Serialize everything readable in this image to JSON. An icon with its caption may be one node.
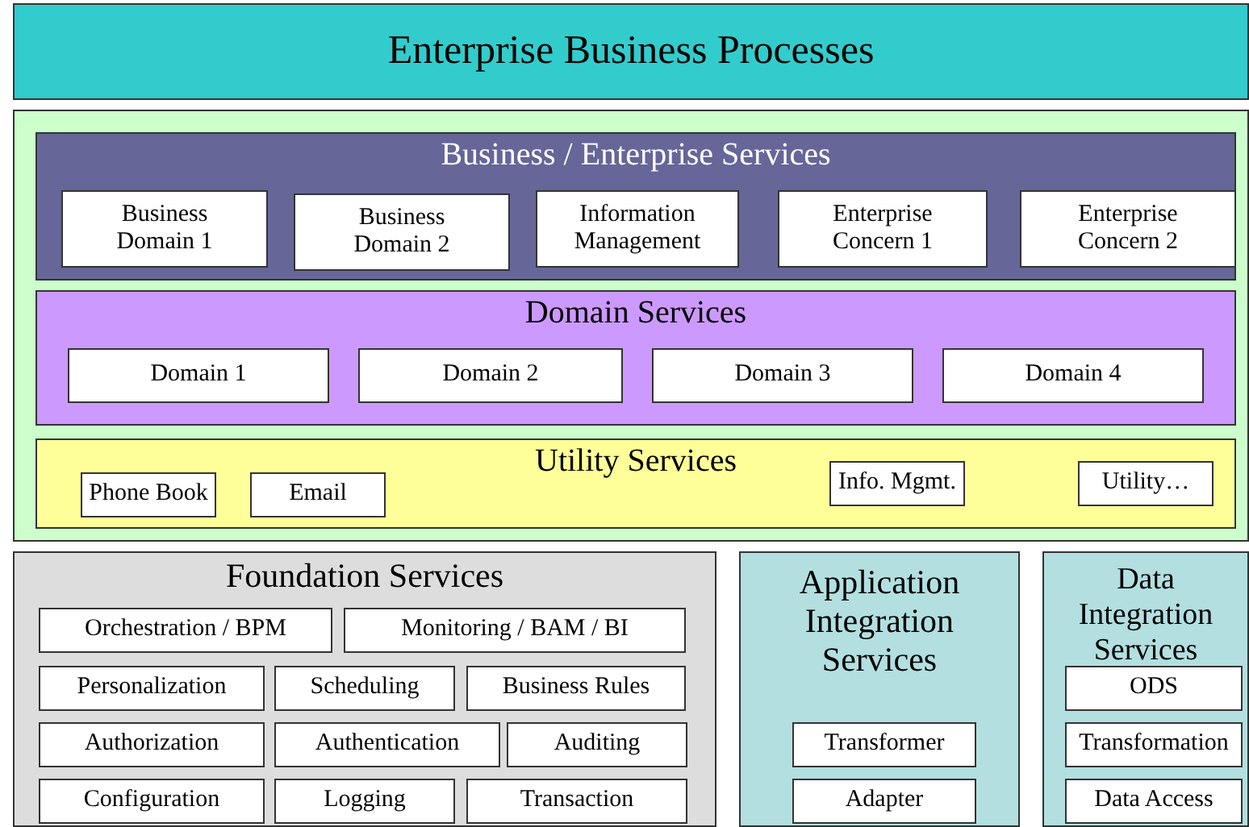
{
  "diagram": {
    "nodes": [
      {
        "text": [
          "Enterprise Business Processes"
        ]
      },
      {
        "text": [],
        "shape": "box"
      },
      {
        "text": [
          "Business / Enterprise Services"
        ],
        "in": 1
      },
      {
        "text": [
          "Business Domain 1"
        ],
        "in": 2
      },
      {
        "text": [
          "Business Domain 2"
        ],
        "in": 2
      },
      {
        "text": [
          "Information Management"
        ],
        "in": 2
      },
      {
        "text": [
          "Enterprise Concern 1"
        ],
        "in": 2
      },
      {
        "text": [
          "Enterprise Concern 2"
        ],
        "in": 2
      },
      {
        "text": [
          "Domain Services"
        ],
        "in": 1
      },
      {
        "text": [
          "Domain 1"
        ],
        "in": 8
      },
      {
        "text": [
          "Domain 2"
        ],
        "in": 8
      },
      {
        "text": [
          "Domain 3"
        ],
        "in": 8
      },
      {
        "text": [
          "Domain 4"
        ],
        "in": 8
      },
      {
        "text": [
          "Utility Services"
        ],
        "in": 1
      },
      {
        "text": [
          "Phone Book"
        ],
        "in": 13
      },
      {
        "text": [
          "Email"
        ],
        "in": 13
      },
      {
        "text": [
          "Info. Mgmt."
        ],
        "in": 13
      },
      {
        "text": [
          "Utility…"
        ],
        "in": 13
      },
      {
        "text": [
          "Foundation Services"
        ]
      },
      {
        "text": [
          "Orchestration / BPM"
        ],
        "in": 18
      },
      {
        "text": [
          "Monitoring / BAM / BI"
        ],
        "in": 18
      },
      {
        "text": [
          "Personalization"
        ],
        "in": 18
      },
      {
        "text": [
          "Scheduling"
        ],
        "in": 18
      },
      {
        "text": [
          "Business Rules"
        ],
        "in": 18
      },
      {
        "text": [
          "Authorization"
        ],
        "in": 18
      },
      {
        "text": [
          "Authentication"
        ],
        "in": 18
      },
      {
        "text": [
          "Auditing"
        ],
        "in": 18
      },
      {
        "text": [
          "Configuration"
        ],
        "in": 18
      },
      {
        "text": [
          "Logging"
        ],
        "in": 18
      },
      {
        "text": [
          "Transaction"
        ],
        "in": 18
      },
      {
        "text": [
          "Application Integration Services"
        ]
      },
      {
        "text": [
          "Transformer"
        ],
        "in": 30
      },
      {
        "text": [
          "Adapter"
        ],
        "in": 30
      },
      {
        "text": [
          "Data Integration Services"
        ]
      },
      {
        "text": [
          "ODS"
        ],
        "in": 33
      },
      {
        "text": [
          "Transformation"
        ],
        "in": 33
      },
      {
        "text": [
          "Data Access"
        ],
        "in": 33
      }
    ]
  }
}
